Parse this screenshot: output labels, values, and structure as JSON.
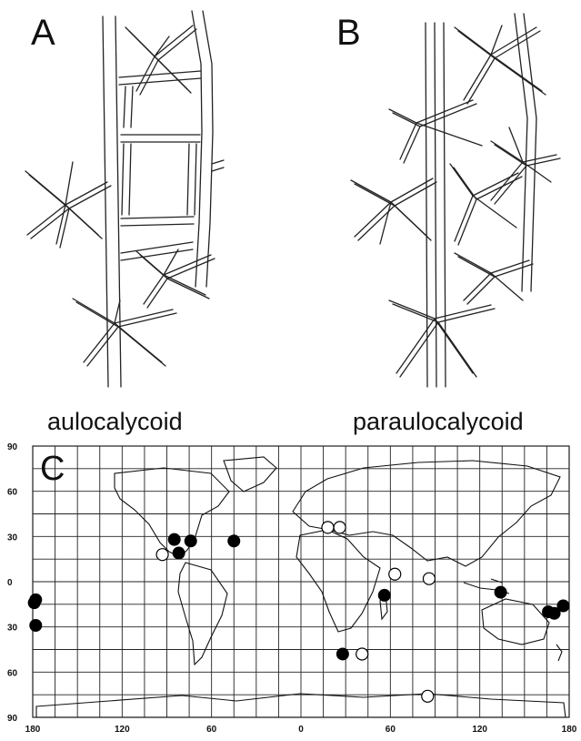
{
  "panels": {
    "a": {
      "letter": "A",
      "caption": "aulocalycoid"
    },
    "b": {
      "letter": "B",
      "caption": "paraulocalycoid"
    },
    "c": {
      "letter": "C"
    }
  },
  "map": {
    "y_ticks": [
      "90",
      "60",
      "30",
      "0",
      "30",
      "60",
      "90"
    ],
    "x_ticks": [
      "180",
      "120",
      "60",
      "0",
      "60",
      "120",
      "180"
    ],
    "filled_marker_color": "#000000",
    "open_marker_color": "#ffffff",
    "filled_sites": [
      {
        "lon": -178,
        "lat": -12
      },
      {
        "lon": -179,
        "lat": -14
      },
      {
        "lon": -178,
        "lat": -29
      },
      {
        "lon": -85,
        "lat": 28
      },
      {
        "lon": -74,
        "lat": 27
      },
      {
        "lon": -82,
        "lat": 19
      },
      {
        "lon": -45,
        "lat": 27
      },
      {
        "lon": 56,
        "lat": -9
      },
      {
        "lon": 28,
        "lat": -48
      },
      {
        "lon": 134,
        "lat": -7
      },
      {
        "lon": 166,
        "lat": -20
      },
      {
        "lon": 170,
        "lat": -21
      },
      {
        "lon": 176,
        "lat": -16
      }
    ],
    "open_sites": [
      {
        "lon": -93,
        "lat": 18
      },
      {
        "lon": 18,
        "lat": 36
      },
      {
        "lon": 26,
        "lat": 36
      },
      {
        "lon": 63,
        "lat": 5
      },
      {
        "lon": 86,
        "lat": 2
      },
      {
        "lon": 41,
        "lat": -48
      },
      {
        "lon": 85,
        "lat": -76
      }
    ]
  }
}
